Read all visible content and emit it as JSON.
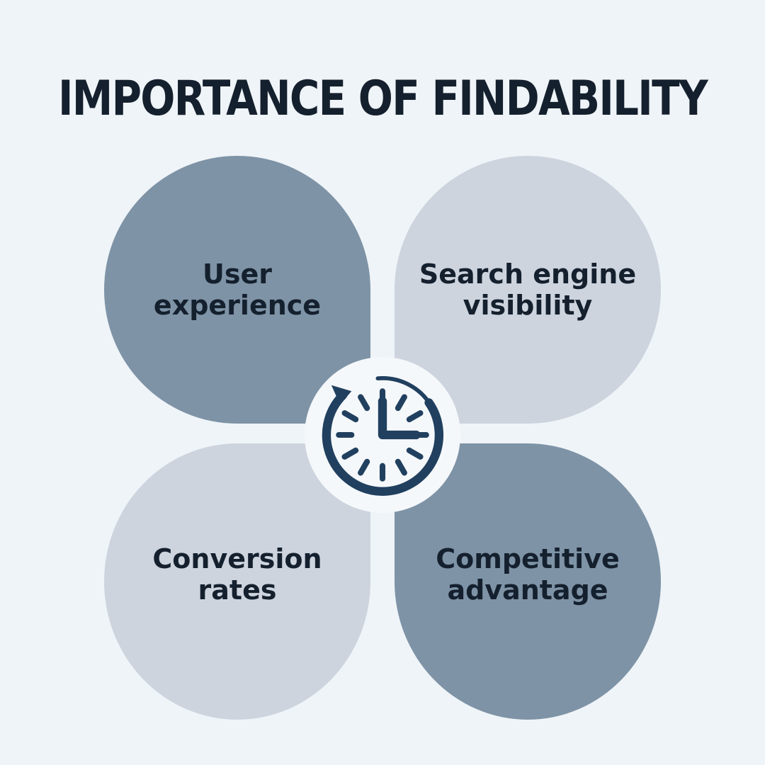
{
  "title": "IMPORTANCE OF FINDABILITY",
  "petals": [
    {
      "id": "user-experience",
      "line1": "User",
      "line2": "experience",
      "position": "top-left",
      "color": "#7e93a6"
    },
    {
      "id": "search-engine-visibility",
      "line1": "Search engine",
      "line2": "visibility",
      "position": "top-right",
      "color": "#cdd4de"
    },
    {
      "id": "conversion-rates",
      "line1": "Conversion",
      "line2": "rates",
      "position": "bottom-left",
      "color": "#cdd4de"
    },
    {
      "id": "competitive-advantage",
      "line1": "Competitive",
      "line2": "advantage",
      "position": "bottom-right",
      "color": "#7e93a6"
    }
  ],
  "center": {
    "icon": "clock-rotation-icon"
  },
  "colors": {
    "background": "#eff4f8",
    "petal_dark": "#7e93a6",
    "petal_light": "#cdd4de",
    "hub_background": "#f5f8fb",
    "icon_navy": "#21405f",
    "text_dark": "#15202e"
  }
}
